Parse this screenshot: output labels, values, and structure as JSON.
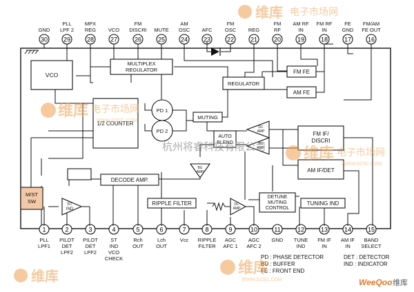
{
  "top_pins": [
    {
      "num": "30",
      "label": [
        "GND"
      ]
    },
    {
      "num": "29",
      "label": [
        "PLL",
        "LPF 2"
      ]
    },
    {
      "num": "28",
      "label": [
        "MPX",
        "REG"
      ]
    },
    {
      "num": "27",
      "label": [
        "VCO"
      ]
    },
    {
      "num": "26",
      "label": [
        "FM",
        "DISCRI"
      ]
    },
    {
      "num": "25",
      "label": [
        "MUTE"
      ]
    },
    {
      "num": "24",
      "label": [
        "AM",
        "OSC"
      ]
    },
    {
      "num": "23",
      "label": [
        "AFC"
      ]
    },
    {
      "num": "22",
      "label": [
        "FM",
        "OSC"
      ]
    },
    {
      "num": "21",
      "label": [
        "REG"
      ]
    },
    {
      "num": "20",
      "label": [
        "FM",
        "RF"
      ]
    },
    {
      "num": "19",
      "label": [
        "AM RF",
        "IN"
      ]
    },
    {
      "num": "18",
      "label": [
        "FM RF",
        "IN"
      ]
    },
    {
      "num": "17",
      "label": [
        "FE",
        "GND"
      ]
    },
    {
      "num": "16",
      "label": [
        "FM/AM",
        "FE OUT"
      ]
    }
  ],
  "bottom_pins": [
    {
      "num": "1",
      "label": [
        "PLL",
        "LPF1"
      ]
    },
    {
      "num": "2",
      "label": [
        "PILOT",
        "DET",
        "LPF2"
      ]
    },
    {
      "num": "3",
      "label": [
        "PILOT",
        "DET",
        "LPF2"
      ]
    },
    {
      "num": "4",
      "label": [
        "ST",
        "IND",
        "VCO",
        "CHECK"
      ]
    },
    {
      "num": "5",
      "label": [
        "Rch",
        "OUT"
      ]
    },
    {
      "num": "6",
      "label": [
        "Lch",
        "OUT"
      ]
    },
    {
      "num": "7",
      "label": [
        "Vcc"
      ]
    },
    {
      "num": "8",
      "label": [
        "RIPPLE",
        "FILTER"
      ]
    },
    {
      "num": "9",
      "label": [
        "AGC",
        "AFC 1"
      ]
    },
    {
      "num": "10",
      "label": [
        "AGC",
        "AFC 2"
      ]
    },
    {
      "num": "11",
      "label": [
        "GND"
      ]
    },
    {
      "num": "12",
      "label": [
        "TUNE",
        "IND"
      ]
    },
    {
      "num": "13",
      "label": [
        "FM IF",
        "IN"
      ]
    },
    {
      "num": "14",
      "label": [
        "AM IF",
        "IN"
      ]
    },
    {
      "num": "15",
      "label": [
        "BAND",
        "SELECT"
      ]
    }
  ],
  "blocks": {
    "vco": "VCO",
    "multiplex_regulator": [
      "MULTIPLEX",
      "REGULATOR"
    ],
    "regulator": "REGULATOR",
    "fm_fe": "FM FE",
    "am_fe": "AM FE",
    "pd1": "PD 1",
    "pd2": "PD 2",
    "counter": "1/2 COUNTER",
    "muting": "MUTING",
    "auto_blend": [
      "AUTO",
      "BLEND"
    ],
    "fm_if_discri": [
      "FM IF/",
      "DISCRI"
    ],
    "am_if_det": "AM IF/DET",
    "decode_amp": "DECODE AMP.",
    "mst_sw": [
      "M/ST",
      "SW"
    ],
    "st_ind": [
      "ST",
      "IND"
    ],
    "ripple_filter": "RIPPLE FILTER",
    "detune": [
      "DETUNE",
      "MUTING",
      "CONTROL"
    ],
    "tuning_ind": "TUNING IND",
    "dc_amp": [
      "DC",
      "AMP"
    ],
    "bu_amp": [
      "BU",
      "AMP"
    ]
  },
  "legend": [
    "PD : PHASE DETECTOR",
    "BU : BUFFER",
    "FE : FRONT END",
    "DET : DETECTOR",
    "IND : INDICATOR"
  ],
  "watermarks": {
    "brand_cn": "维库",
    "brand_market": "电子市场网",
    "url": "WWW.DZSC.COM",
    "company": "杭州将睿科技有限公司",
    "corner_brand": "WeeQoo",
    "corner_cn": "维库"
  },
  "colors": {
    "line": "#111111",
    "watermark_orange": "#f0a050",
    "mst_fill": "#f3c9a8",
    "legend_blue": "#3a5ea8"
  }
}
